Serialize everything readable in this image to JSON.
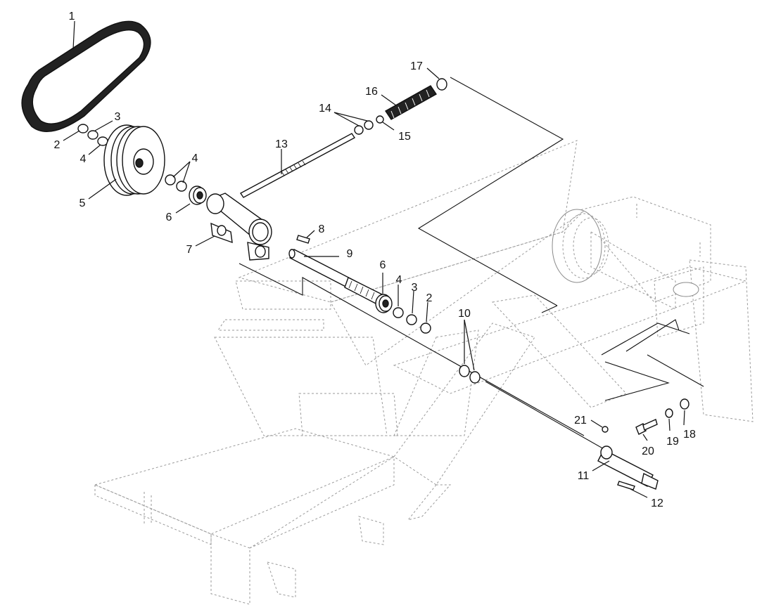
{
  "colors": {
    "line": "#111111",
    "ghost": "#9a9a9a",
    "background": "#ffffff"
  },
  "callouts": {
    "c1": "1",
    "c2a": "2",
    "c3a": "3",
    "c4a": "4",
    "c4b": "4",
    "c5": "5",
    "c6a": "6",
    "c7": "7",
    "c8": "8",
    "c9": "9",
    "c13": "13",
    "c14": "14",
    "c15": "15",
    "c16": "16",
    "c17": "17",
    "c6b": "6",
    "c4c": "4",
    "c3b": "3",
    "c2b": "2",
    "c10": "10",
    "c11": "11",
    "c12": "12",
    "c18": "18",
    "c19": "19",
    "c20": "20",
    "c21": "21"
  }
}
